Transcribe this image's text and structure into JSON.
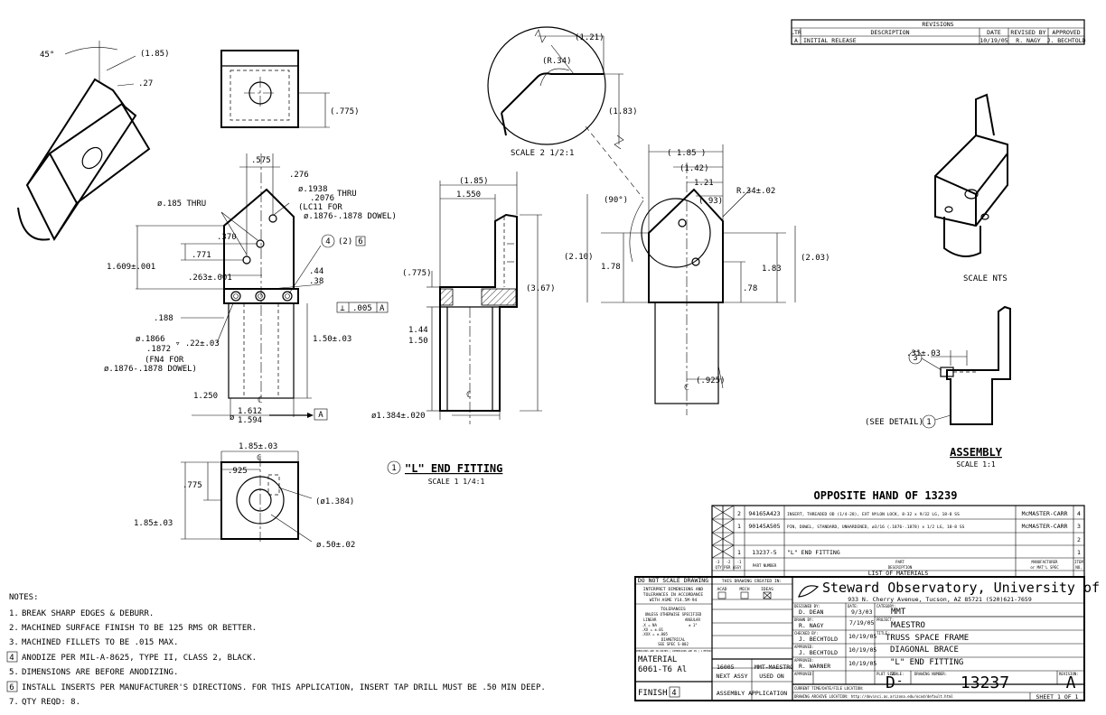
{
  "revisions": {
    "title": "REVISIONS",
    "headers": [
      "LTR",
      "DESCRIPTION",
      "DATE",
      "REVISED BY",
      "APPROVED"
    ],
    "rows": [
      [
        "A",
        "INITIAL RELEASE",
        "10/19/05",
        "R. NAGY",
        "J. BECHTOLD"
      ]
    ]
  },
  "front_view": {
    "dims": {
      "d575": ".575",
      "d276": ".276",
      "thru185": "ø.185 THRU",
      "hole_top": "ø.1938",
      "hole_bot": ".2076",
      "thru": "THRU",
      "lc11": "(LC11 FOR",
      "dowel1": "ø.1876-.1878 DOWEL)",
      "d370": ".370",
      "d771": ".771",
      "d1609": "1.609±.001",
      "d263": ".263±.001",
      "note4": "4",
      "note4b": "(2)",
      "note6": "6",
      "d44": ".44",
      "d38": ".38",
      "flat": ".005",
      "datum_ref": "A",
      "d188": ".188",
      "pin_top": "ø.1866",
      "pin_bot": ".1872",
      "pin_depth": "▿ .22±.03",
      "fn4": "(FN4 FOR",
      "dowel2": "ø.1876-.1878 DOWEL)",
      "d150": "1.50±.03",
      "d1250": "1.250",
      "cl": "ℂ",
      "dia_top": "1.612",
      "dia_bot": "1.594",
      "datum": "A"
    }
  },
  "top_view": {
    "dims": {
      "d775": "(.775)"
    }
  },
  "bottom_view": {
    "dims": {
      "d185": "1.85±.03",
      "d925": ".925",
      "d775": ".775",
      "d185b": "1.85±.03",
      "d1384": "(ø1.384)",
      "d050": "ø.50±.02",
      "cl": "ℂ"
    }
  },
  "iso_detail": {
    "dims": {
      "a45": "45°",
      "d185": "(1.85)",
      "d27": ".27"
    }
  },
  "side_view": {
    "dims": {
      "d185": "(1.85)",
      "d1550": "1.550",
      "d775": "(.775)",
      "d367": "(3.67)",
      "d144": "1.44",
      "d150": "1.50",
      "d1384": "ø1.384±.020",
      "cl": "ℂ"
    }
  },
  "detail_view": {
    "dims": {
      "d121": "(1.21)",
      "r34": "(R.34)",
      "d183": "(1.83)"
    },
    "scale": "SCALE 2 1/2:1"
  },
  "right_view": {
    "dims": {
      "d185": "( 1.85 )",
      "d142": "(1.42)",
      "d121": "1.21",
      "d93": "(.93)",
      "r34": "R.34±.02",
      "a90": "(90°)",
      "d210": "(2.10)",
      "d178": "1.78",
      "d183": "1.83",
      "d203": "(2.03)",
      "d78": ".78",
      "d925": "(.925)",
      "cl": "ℂ"
    }
  },
  "iso_view": {
    "scale": "SCALE NTS"
  },
  "assembly": {
    "title": "ASSEMBLY",
    "scale": "SCALE 1:1",
    "d31": ".31±.03",
    "b3": "3",
    "b1": "1",
    "see": "(SEE DETAIL)"
  },
  "part_title": {
    "balloon": "1",
    "text": "\"L\" END FITTING",
    "scale": "SCALE 1 1/4:1"
  },
  "opposite": "OPPOSITE HAND OF 13239",
  "bom": {
    "rows": [
      {
        "qty": "2",
        "part": "94165A423",
        "desc": "INSERT, THREADED OD (1/4-28), EXT NYLON LOCK, 8-32 x 9/32 LG, 18-8 SS",
        "mfr": "McMASTER-CARR",
        "item": "4"
      },
      {
        "qty": "1",
        "part": "90145A505",
        "desc": "PIN, DOWEL, STANDARD, UNHARDENED, ø3/16 (.1876-.1878) x 1/2 LG, 18-8 SS",
        "mfr": "McMASTER-CARR",
        "item": "3"
      },
      {
        "qty": "",
        "part": "",
        "desc": "",
        "mfr": "",
        "item": "2"
      },
      {
        "qty": "1",
        "part": "13237-5",
        "desc": "\"L\" END FITTING",
        "mfr": "",
        "item": "1"
      }
    ],
    "h_dash": [
      "-3",
      "-2",
      "-1"
    ],
    "h_qty": "QTY PER ASSY",
    "h_part": "PART NUMBER",
    "h_desc1": "PART",
    "h_desc2": "DESCRIPTION",
    "h_mfr1": "MANUFACTURER",
    "h_mfr2": "or MAT'L SPEC",
    "h_item1": "ITEM",
    "h_item2": "NO.",
    "title": "LIST OF MATERIALS"
  },
  "title_block": {
    "dont_scale": "DO NOT SCALE DRAWING",
    "interpret1": "INTERPRET DIMENSIONS AND",
    "interpret2": "TOLERANCES IN ACCORDANCE",
    "interpret3": "WITH ASME Y14.5M-94",
    "tol_title": "TOLERANCES",
    "tol_sub": "UNLESS OTHERWISE SPECIFIED",
    "tol_lin": "LINEAR",
    "tol_ang": "ANGULAR",
    "tol_x": ".X   = NA",
    "tol_ang_v": "± 1°",
    "tol_xx": ".XX  = ±.01",
    "tol_xxx": ".XXX = ±.005",
    "tol_dia": "DIAMETRICAL",
    "tol_spec": "SEE SPEC S-002",
    "tol_small": "DIMENSIONS ARE IN INCHES | DIMENSIONS ARE IN | 1 METRIC",
    "created": "THIS DRAWING CREATED IN:",
    "acad": "ACAD",
    "mech": "MECH",
    "ideas": "IDEAS",
    "ideas_x": "X",
    "material_lbl": "MATERIAL",
    "material": "6061-T6 Al",
    "finish_lbl": "FINISH",
    "finish_note": "4",
    "next_assy_no": "16005",
    "used_on_no": "MMT-MAESTRO",
    "next_assy": "NEXT ASSY",
    "used_on": "USED ON",
    "assy_app": "ASSEMBLY APPLICATION",
    "org": "Steward Observatory, University of Arizona",
    "address": "933 N. Cherry Avenue, Tucson, AZ 85721   (520)621-7659",
    "designed_lbl": "DESIGNED BY:",
    "designed": "D. DEAN",
    "date_lbl": "DATE:",
    "designed_date": "9/3/03",
    "drawn_lbl": "DRAWN BY:",
    "drawn": "R. NAGY",
    "drawn_date": "7/19/05",
    "checked_lbl": "CHECKED BY:",
    "checked": "J. BECHTOLD",
    "checked_date": "10/19/05",
    "approved_lbl": "APPROVED:",
    "approved1": "J. BECHTOLD",
    "approved1_date": "10/19/05",
    "approved2": "R. WARNER",
    "approved2_date": "10/19/05",
    "category_lbl": "CATEGORY:",
    "category": "MMT",
    "project_lbl": "PROJECT:",
    "project": "MAESTRO",
    "title_lbl": "TITLE:",
    "title1": "TRUSS SPACE FRAME",
    "title2": "DIAGONAL BRACE",
    "title3": "\"L\" END FITTING",
    "plot_lbl": "PLOT SIZE",
    "plot": "D",
    "scale_lbl": "SCALE:",
    "scale": "-",
    "dwg_lbl": "DRAWING NUMBER:",
    "dwg": "13237",
    "rev_lbl": "REVISION:",
    "rev": "A",
    "current_lbl": "CURRENT TIME/DATE/FILE LOCATION:",
    "archive": "DRAWING ARCHIVE LOCATION: http://dovinci.as.arizona.edu/ocod/default.html",
    "sheet": "SHEET 1 OF 1"
  },
  "notes": {
    "title": "NOTES:",
    "items": [
      {
        "n": "1.",
        "text": "BREAK SHARP EDGES & DEBURR."
      },
      {
        "n": "2.",
        "text": "MACHINED SURFACE FINISH TO BE 125 RMS OR BETTER."
      },
      {
        "n": "3.",
        "text": "MACHINED FILLETS TO BE .015 MAX."
      },
      {
        "n": "4",
        "text": "ANODIZE PER MIL-A-8625, TYPE II, CLASS 2, BLACK."
      },
      {
        "n": "5.",
        "text": "DIMENSIONS ARE BEFORE ANODIZING."
      },
      {
        "n": "6",
        "text": "INSTALL INSERTS PER MANUFACTURER'S DIRECTIONS. FOR THIS APPLICATION, INSERT TAP DRILL MUST BE .50 MIN DEEP."
      },
      {
        "n": "7.",
        "text": "QTY REQD: 8."
      }
    ]
  }
}
